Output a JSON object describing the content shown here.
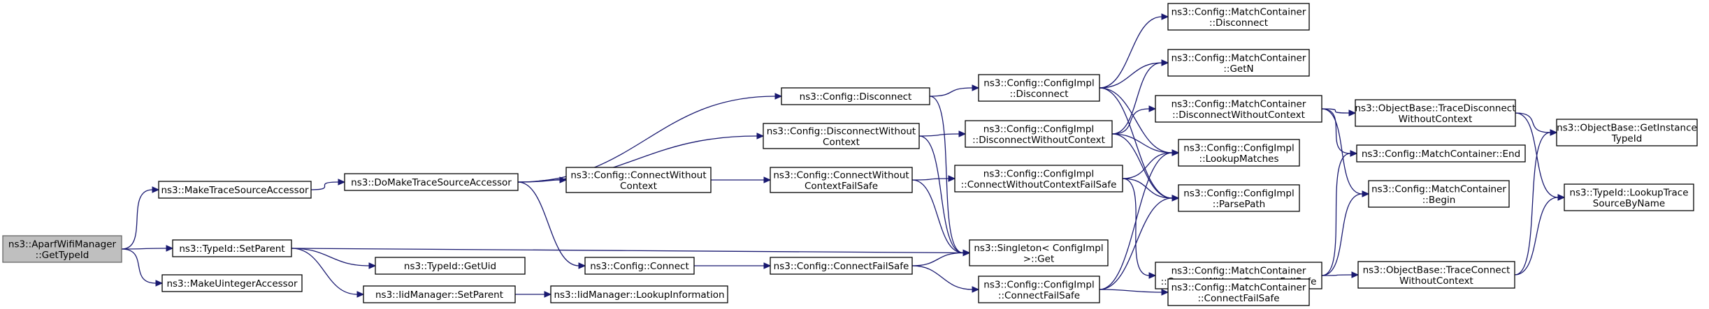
{
  "diagram": {
    "type": "call-graph",
    "nodes": [
      {
        "id": "root",
        "lines": [
          "ns3::AparfWifiManager",
          "::GetTypeId"
        ],
        "highlight": true
      },
      {
        "id": "mtsa",
        "lines": [
          "ns3::MakeTraceSourceAccessor"
        ]
      },
      {
        "id": "setparent",
        "lines": [
          "ns3::TypeId::SetParent"
        ]
      },
      {
        "id": "mua",
        "lines": [
          "ns3::MakeUintegerAccessor"
        ]
      },
      {
        "id": "dmtsa",
        "lines": [
          "ns3::DoMakeTraceSourceAccessor"
        ]
      },
      {
        "id": "getuid",
        "lines": [
          "ns3::TypeId::GetUid"
        ]
      },
      {
        "id": "iidsp",
        "lines": [
          "ns3::IidManager::SetParent"
        ]
      },
      {
        "id": "iidli",
        "lines": [
          "ns3::IidManager::LookupInformation"
        ]
      },
      {
        "id": "cfgdisc",
        "lines": [
          "ns3::Config::Disconnect"
        ]
      },
      {
        "id": "cfgdwc",
        "lines": [
          "ns3::Config::DisconnectWithout",
          "Context"
        ]
      },
      {
        "id": "cfgcwc",
        "lines": [
          "ns3::Config::ConnectWithout",
          "Context"
        ]
      },
      {
        "id": "cfgconn",
        "lines": [
          "ns3::Config::Connect"
        ]
      },
      {
        "id": "cfgcwcfs",
        "lines": [
          "ns3::Config::ConnectWithout",
          "ContextFailSafe"
        ]
      },
      {
        "id": "cfgcfs",
        "lines": [
          "ns3::Config::ConnectFailSafe"
        ]
      },
      {
        "id": "cidisc",
        "lines": [
          "ns3::Config::ConfigImpl",
          "::Disconnect"
        ]
      },
      {
        "id": "cidwc",
        "lines": [
          "ns3::Config::ConfigImpl",
          "::DisconnectWithoutContext"
        ]
      },
      {
        "id": "cicwcfs",
        "lines": [
          "ns3::Config::ConfigImpl",
          "::ConnectWithoutContextFailSafe"
        ]
      },
      {
        "id": "singleton",
        "lines": [
          "ns3::Singleton< ConfigImpl",
          "  >::Get"
        ]
      },
      {
        "id": "cicfs",
        "lines": [
          "ns3::Config::ConfigImpl",
          "::ConnectFailSafe"
        ]
      },
      {
        "id": "mcdisc",
        "lines": [
          "ns3::Config::MatchContainer",
          "::Disconnect"
        ]
      },
      {
        "id": "mcgetn",
        "lines": [
          "ns3::Config::MatchContainer",
          "::GetN"
        ]
      },
      {
        "id": "mcdwc",
        "lines": [
          "ns3::Config::MatchContainer",
          "::DisconnectWithoutContext"
        ]
      },
      {
        "id": "cilm",
        "lines": [
          "ns3::Config::ConfigImpl",
          "::LookupMatches"
        ]
      },
      {
        "id": "cipp",
        "lines": [
          "ns3::Config::ConfigImpl",
          "::ParsePath"
        ]
      },
      {
        "id": "mccwcfs",
        "lines": [
          "ns3::Config::MatchContainer",
          "::ConnectWithoutContextFailSafe"
        ]
      },
      {
        "id": "mccfs",
        "lines": [
          "ns3::Config::MatchContainer",
          "::ConnectFailSafe"
        ]
      },
      {
        "id": "obtdwc",
        "lines": [
          "ns3::ObjectBase::TraceDisconnect",
          "WithoutContext"
        ]
      },
      {
        "id": "mcend",
        "lines": [
          "ns3::Config::MatchContainer::End"
        ]
      },
      {
        "id": "mcbegin",
        "lines": [
          "ns3::Config::MatchContainer",
          "::Begin"
        ]
      },
      {
        "id": "obtcwc",
        "lines": [
          "ns3::ObjectBase::TraceConnect",
          "WithoutContext"
        ]
      },
      {
        "id": "obgit",
        "lines": [
          "ns3::ObjectBase::GetInstance",
          "TypeId"
        ]
      },
      {
        "id": "tidlts",
        "lines": [
          "ns3::TypeId::LookupTrace",
          "SourceByName"
        ]
      }
    ],
    "edges": [
      [
        "root",
        "mtsa"
      ],
      [
        "root",
        "setparent"
      ],
      [
        "root",
        "mua"
      ],
      [
        "mtsa",
        "dmtsa"
      ],
      [
        "setparent",
        "singleton"
      ],
      [
        "setparent",
        "getuid"
      ],
      [
        "setparent",
        "iidsp"
      ],
      [
        "iidsp",
        "iidli"
      ],
      [
        "dmtsa",
        "cfgdisc"
      ],
      [
        "dmtsa",
        "cfgdwc"
      ],
      [
        "dmtsa",
        "cfgcwc"
      ],
      [
        "dmtsa",
        "cfgconn"
      ],
      [
        "cfgdisc",
        "cidisc"
      ],
      [
        "cfgdisc",
        "singleton"
      ],
      [
        "cfgdwc",
        "cidwc"
      ],
      [
        "cfgdwc",
        "singleton"
      ],
      [
        "cfgcwc",
        "cfgcwcfs"
      ],
      [
        "cfgcwcfs",
        "cicwcfs"
      ],
      [
        "cfgcwcfs",
        "singleton"
      ],
      [
        "cfgconn",
        "cfgcfs"
      ],
      [
        "cfgcfs",
        "singleton"
      ],
      [
        "cfgcfs",
        "cicfs"
      ],
      [
        "cidisc",
        "mcdisc"
      ],
      [
        "cidisc",
        "mcgetn"
      ],
      [
        "cidisc",
        "cilm"
      ],
      [
        "cidisc",
        "cipp"
      ],
      [
        "cidwc",
        "mcgetn"
      ],
      [
        "cidwc",
        "mcdwc"
      ],
      [
        "cidwc",
        "cilm"
      ],
      [
        "cidwc",
        "cipp"
      ],
      [
        "cicwcfs",
        "cilm"
      ],
      [
        "cicwcfs",
        "cipp"
      ],
      [
        "cicwcfs",
        "mccwcfs"
      ],
      [
        "cicfs",
        "cilm"
      ],
      [
        "cicfs",
        "cipp"
      ],
      [
        "cicfs",
        "mccfs"
      ],
      [
        "mcdwc",
        "obtdwc"
      ],
      [
        "mcdwc",
        "mcend"
      ],
      [
        "mcdwc",
        "mcbegin"
      ],
      [
        "mccwcfs",
        "mcend"
      ],
      [
        "mccwcfs",
        "mcbegin"
      ],
      [
        "mccwcfs",
        "obtcwc"
      ],
      [
        "obtdwc",
        "obgit"
      ],
      [
        "obtdwc",
        "tidlts"
      ],
      [
        "obtcwc",
        "obgit"
      ],
      [
        "obtcwc",
        "tidlts"
      ]
    ]
  }
}
